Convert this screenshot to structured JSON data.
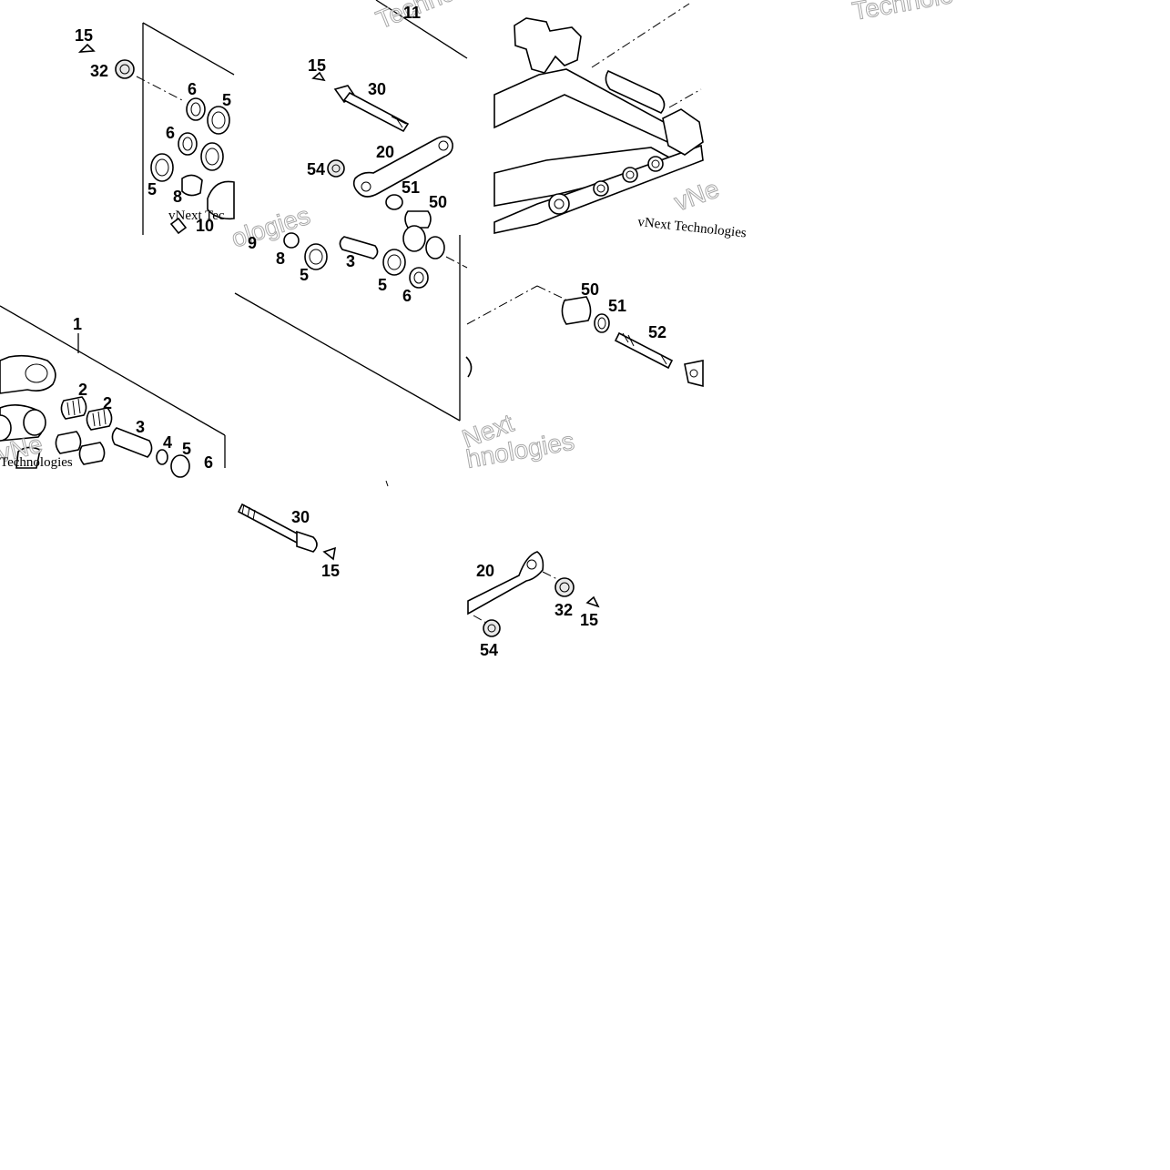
{
  "diagram": {
    "watermark_text": "vNext Technologies",
    "watermark_fragment_a": "Techno",
    "watermark_fragment_b": "Technolo",
    "watermark_fragment_c": "vNe",
    "watermark_fragment_d": "Next",
    "watermark_fragment_e": "hnologies",
    "watermark_fragment_f": "ologies"
  },
  "panels": {
    "top_left": {
      "callouts": [
        "15",
        "32",
        "6",
        "5",
        "6",
        "5",
        "8",
        "10"
      ],
      "watermark": "vNext Tec"
    },
    "top_middle": {
      "callouts": [
        "15",
        "30",
        "20",
        "54",
        "51",
        "50",
        "9",
        "8",
        "5",
        "3",
        "5",
        "6",
        "11"
      ]
    },
    "top_right": {
      "watermark": "vNext Technologies"
    },
    "middle_right": {
      "callouts": [
        "50",
        "51",
        "52"
      ]
    },
    "middle_left": {
      "callouts": [
        "1",
        "2",
        "2",
        "3",
        "4",
        "5",
        "6"
      ],
      "watermark": "Technologies"
    },
    "bottom_middle": {
      "callouts": [
        "30",
        "15"
      ]
    },
    "bottom_right": {
      "callouts": [
        "20",
        "32",
        "15",
        "54"
      ]
    }
  },
  "colors": {
    "ink": "#000000",
    "background": "#ffffff",
    "watermark_outline": "#9a9a9a"
  }
}
